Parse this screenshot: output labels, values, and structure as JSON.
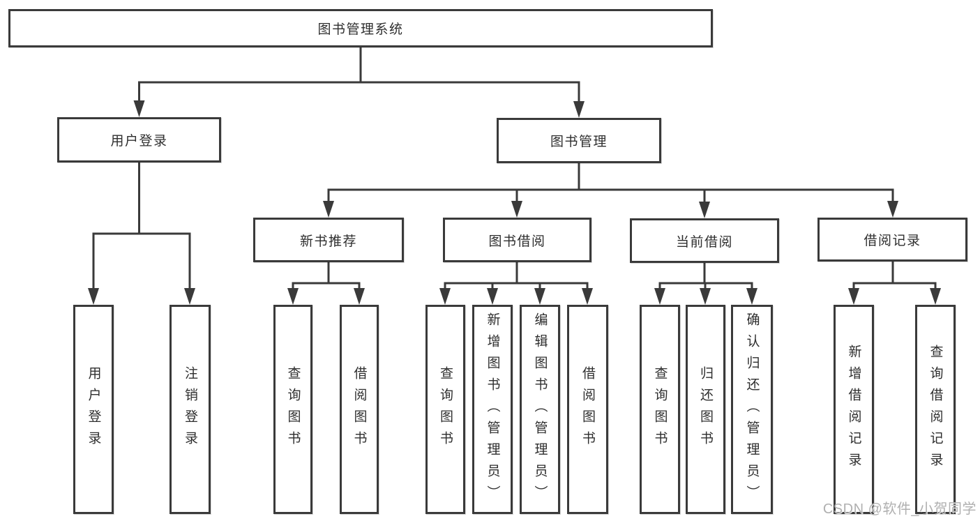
{
  "diagram": {
    "type": "tree-diagram",
    "title": "图书管理系统",
    "hierarchy": {
      "图书管理系统": [
        "用户登录",
        "图书管理"
      ],
      "用户登录": [
        "用户登录",
        "注销登录"
      ],
      "图书管理": [
        "新书推荐",
        "图书借阅",
        "当前借阅",
        "借阅记录"
      ],
      "新书推荐": [
        "查询图书",
        "借阅图书"
      ],
      "图书借阅": [
        "查询图书",
        "新增图书（管理员）",
        "编辑图书（管理员）",
        "借阅图书"
      ],
      "当前借阅": [
        "查询图书",
        "归还图书",
        "确认归还（管理员）"
      ],
      "借阅记录": [
        "新增借阅记录",
        "查询借阅记录"
      ]
    }
  },
  "nodes": {
    "root": "图书管理系统",
    "user_login": "用户登录",
    "book_mgmt": "图书管理",
    "new_book_rec": "新书推荐",
    "book_borrow": "图书借阅",
    "current_borrow": "当前借阅",
    "borrow_records": "借阅记录",
    "leaf_user_login": "用户登录",
    "leaf_logout": "注销登录",
    "leaf_query_book_a": "查询图书",
    "leaf_borrow_book_a": "借阅图书",
    "leaf_query_book_b": "查询图书",
    "leaf_add_book": "新增图书（管理员）",
    "leaf_edit_book": "编辑图书（管理员）",
    "leaf_borrow_book_b": "借阅图书",
    "leaf_query_book_c": "查询图书",
    "leaf_return_book": "归还图书",
    "leaf_confirm_return": "确认归还（管理员）",
    "leaf_add_borrow_record": "新增借阅记录",
    "leaf_query_borrow_record": "查询借阅记录"
  },
  "watermark": "CSDN @软件_小贺同学",
  "colors": {
    "line": "#3a3a3a",
    "text": "#2e2e2e",
    "watermark": "#b0b0b0",
    "background": "#ffffff"
  }
}
